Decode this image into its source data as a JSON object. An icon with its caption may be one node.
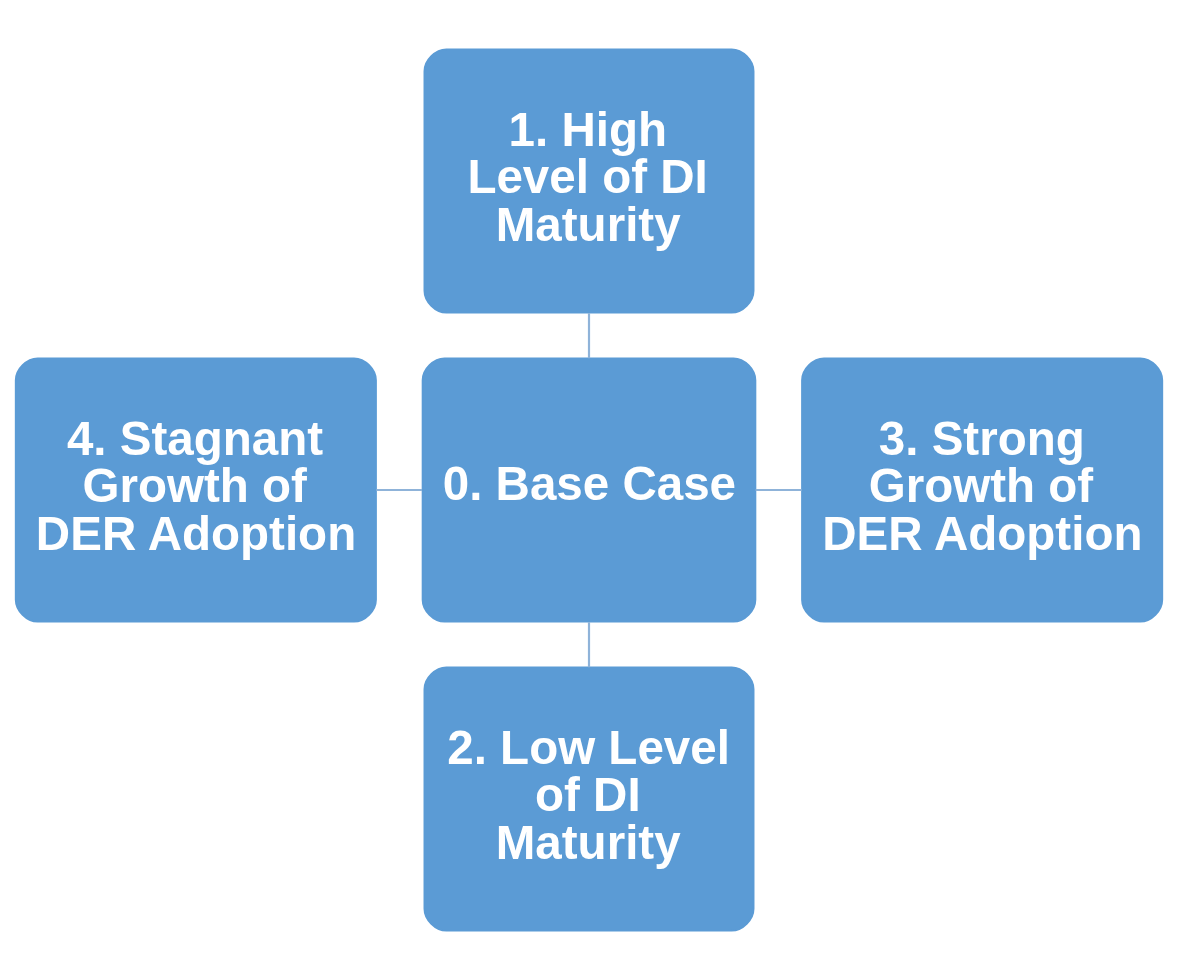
{
  "diagram": {
    "nodes": [
      {
        "text": [
          "1. High Level of DI Maturity"
        ]
      },
      {
        "text": [
          "4. Stagnant Growth of DER Adoption"
        ]
      },
      {
        "text": [
          "0. Base Case"
        ]
      },
      {
        "text": [
          "3. Strong Growth of DER Adoption"
        ]
      },
      {
        "text": [
          "2. Low Level of DI Maturity"
        ]
      }
    ],
    "edges": [
      {
        "from": 0,
        "to": 2,
        "arrow": "none"
      },
      {
        "from": 1,
        "to": 2,
        "arrow": "none"
      },
      {
        "from": 2,
        "to": 3,
        "arrow": "none"
      },
      {
        "from": 2,
        "to": 4,
        "arrow": "none"
      }
    ]
  }
}
